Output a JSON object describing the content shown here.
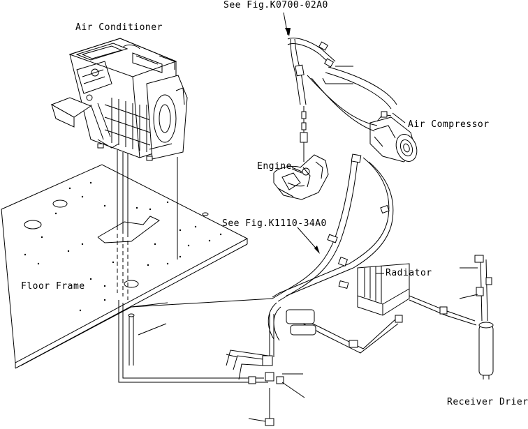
{
  "labels": {
    "see_fig_top": "See Fig.K0700-02A0",
    "air_conditioner": "Air Conditioner",
    "air_compressor": "Air Compressor",
    "engine": "Engine",
    "see_fig_mid": "See Fig.K1110-34A0",
    "floor_frame": "Floor Frame",
    "radiator": "Radiator",
    "receiver_drier": "Receiver Drier"
  }
}
